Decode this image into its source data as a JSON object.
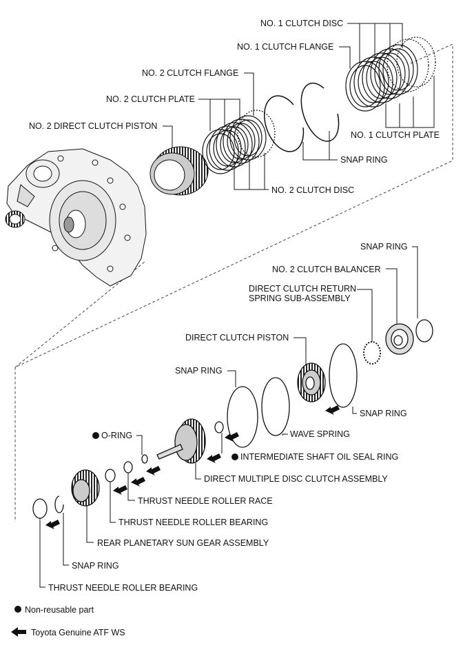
{
  "labels": {
    "no1_clutch_disc": "NO. 1 CLUTCH DISC",
    "no1_clutch_flange": "NO. 1 CLUTCH FLANGE",
    "no1_clutch_plate": "NO. 1 CLUTCH PLATE",
    "no2_clutch_flange": "NO. 2 CLUTCH FLANGE",
    "no2_clutch_plate": "NO. 2 CLUTCH PLATE",
    "no2_direct_clutch_piston": "NO. 2 DIRECT CLUTCH PISTON",
    "snap_ring_upper": "SNAP RING",
    "no2_clutch_disc": "NO. 2 CLUTCH DISC",
    "snap_ring_right_top": "SNAP RING",
    "no2_clutch_balancer": "NO. 2 CLUTCH BALANCER",
    "return_spring": "DIRECT CLUTCH RETURN\nSPRING SUB-ASSEMBLY",
    "direct_clutch_piston": "DIRECT CLUTCH PISTON",
    "snap_ring_mid_left": "SNAP RING",
    "snap_ring_mid_right": "SNAP RING",
    "o_ring": "O-RING",
    "wave_spring": "WAVE SPRING",
    "intermediate_shaft_seal": "INTERMEDIATE SHAFT OIL SEAL RING",
    "direct_multiple_disc_clutch": "DIRECT MULTIPLE DISC CLUTCH ASSEMBLY",
    "thrust_needle_roller_race": "THRUST NEEDLE ROLLER RACE",
    "thrust_needle_roller_bearing_1": "THRUST NEEDLE ROLLER BEARING",
    "rear_planetary_sun_gear": "REAR PLANETARY SUN GEAR ASSEMBLY",
    "snap_ring_bottom": "SNAP RING",
    "thrust_needle_roller_bearing_2": "THRUST NEEDLE ROLLER BEARING"
  },
  "legend": {
    "non_reusable": "Non-reusable part",
    "atf": "Toyota Genuine ATF WS"
  }
}
